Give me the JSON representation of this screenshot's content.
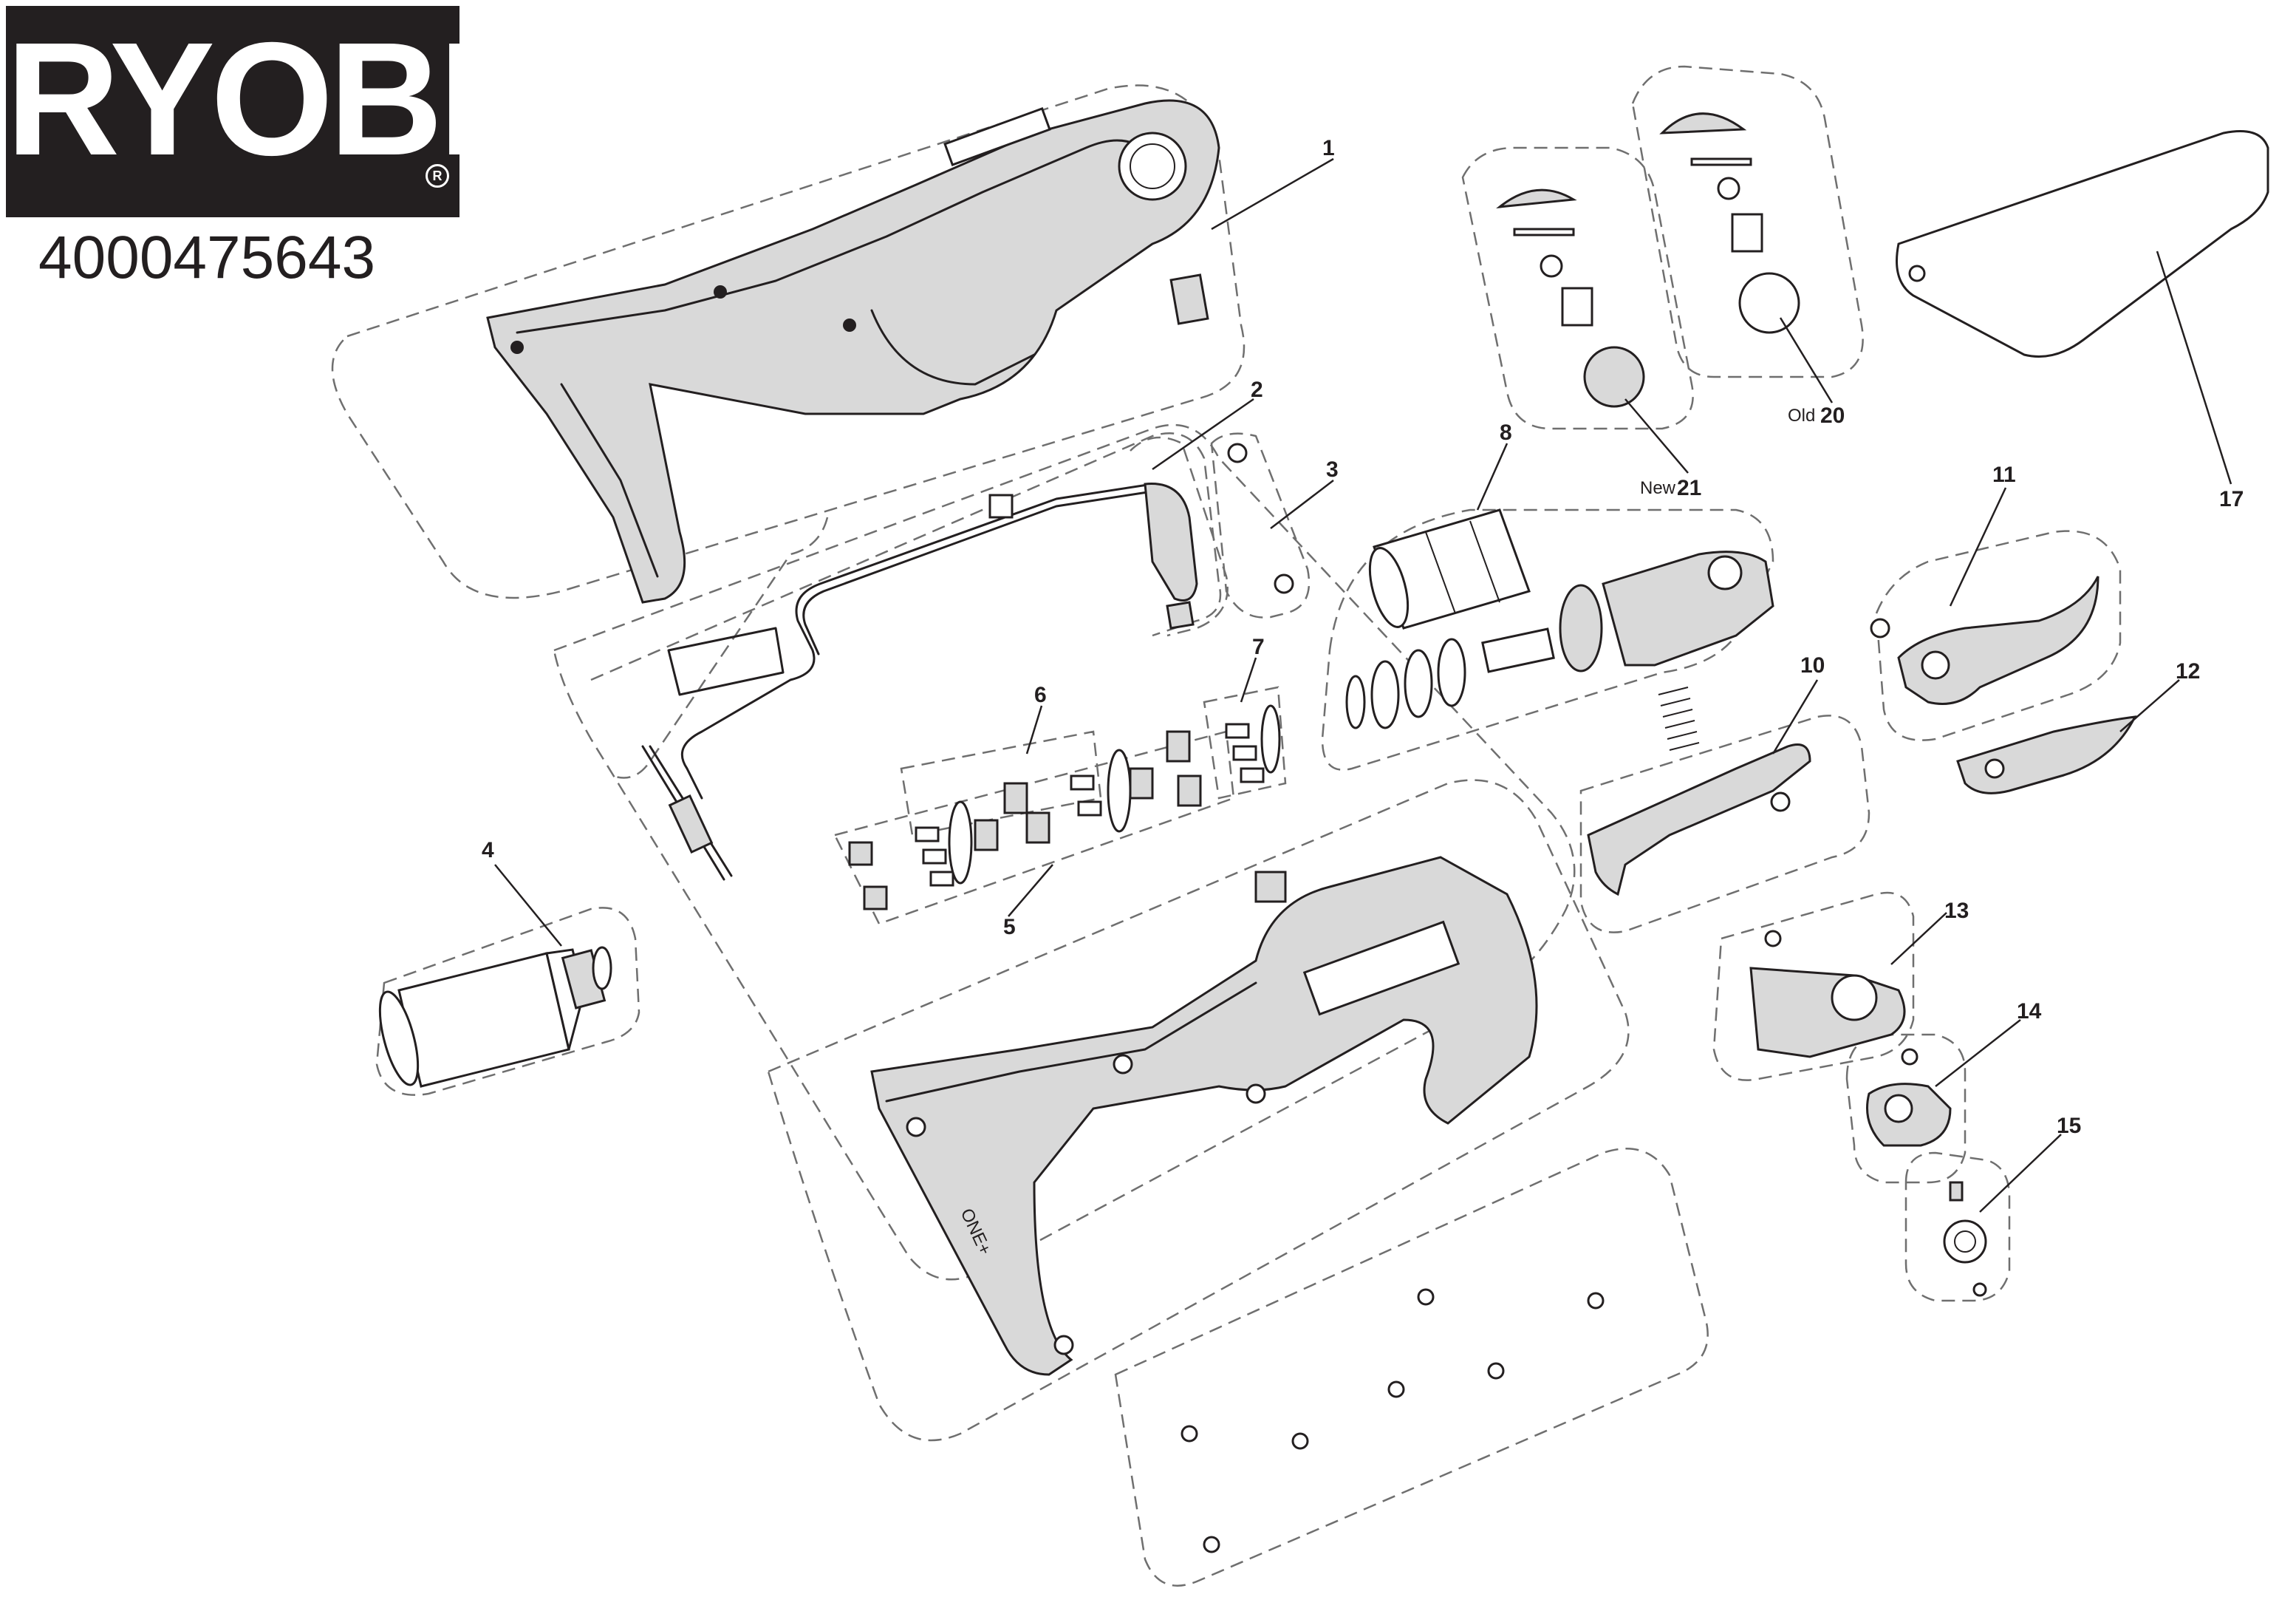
{
  "brand": {
    "logo_text": "RYOBI",
    "registered_mark": "R",
    "part_number": "4000475643"
  },
  "diagram": {
    "callouts": {
      "p1": "1",
      "p2": "2",
      "p3": "3",
      "p4": "4",
      "p5": "5",
      "p6": "6",
      "p7": "7",
      "p8": "8",
      "p10": "10",
      "p11": "11",
      "p12": "12",
      "p13": "13",
      "p14": "14",
      "p15": "15",
      "p17": "17",
      "p20": "20",
      "p21": "21"
    },
    "version_labels": {
      "old": "Old",
      "new": "New"
    },
    "housing_badge": "ONE+"
  }
}
